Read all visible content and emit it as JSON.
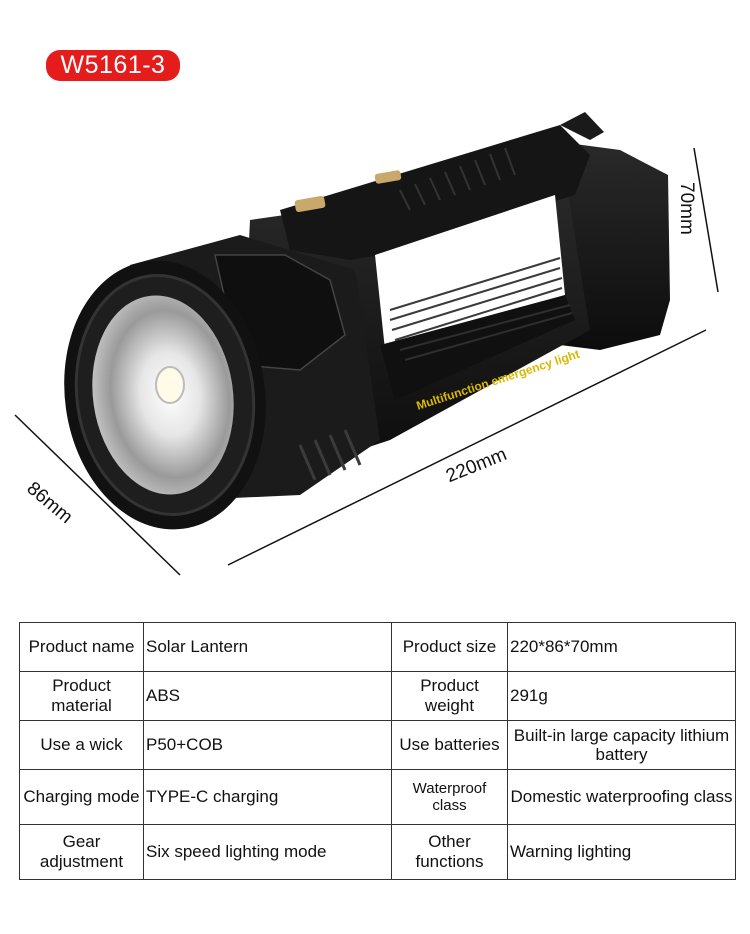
{
  "model_badge": "W5161-3",
  "product_image": {
    "body_label": "Multifunction emergency light",
    "dimensions": {
      "length": "220mm",
      "depth": "86mm",
      "height": "70mm"
    }
  },
  "specs": [
    {
      "k1": "Product name",
      "v1": "Solar Lantern",
      "k2": "Product size",
      "v2": "220*86*70mm"
    },
    {
      "k1": "Product material",
      "v1": "ABS",
      "k2": "Product weight",
      "v2": "291g"
    },
    {
      "k1": "Use a wick",
      "v1": "P50+COB",
      "k2": "Use batteries",
      "v2": "Built-in large capacity lithium battery"
    },
    {
      "k1": "Charging mode",
      "v1": "TYPE-C charging",
      "k2": "Waterproof class",
      "v2": "Domestic waterproofing class"
    },
    {
      "k1": "Gear adjustment",
      "v1": "Six speed lighting mode",
      "k2": "Other functions",
      "v2": "Warning lighting"
    }
  ],
  "colors": {
    "badge": "#e51c1c",
    "body": "#161616",
    "label": "#d8b800"
  }
}
